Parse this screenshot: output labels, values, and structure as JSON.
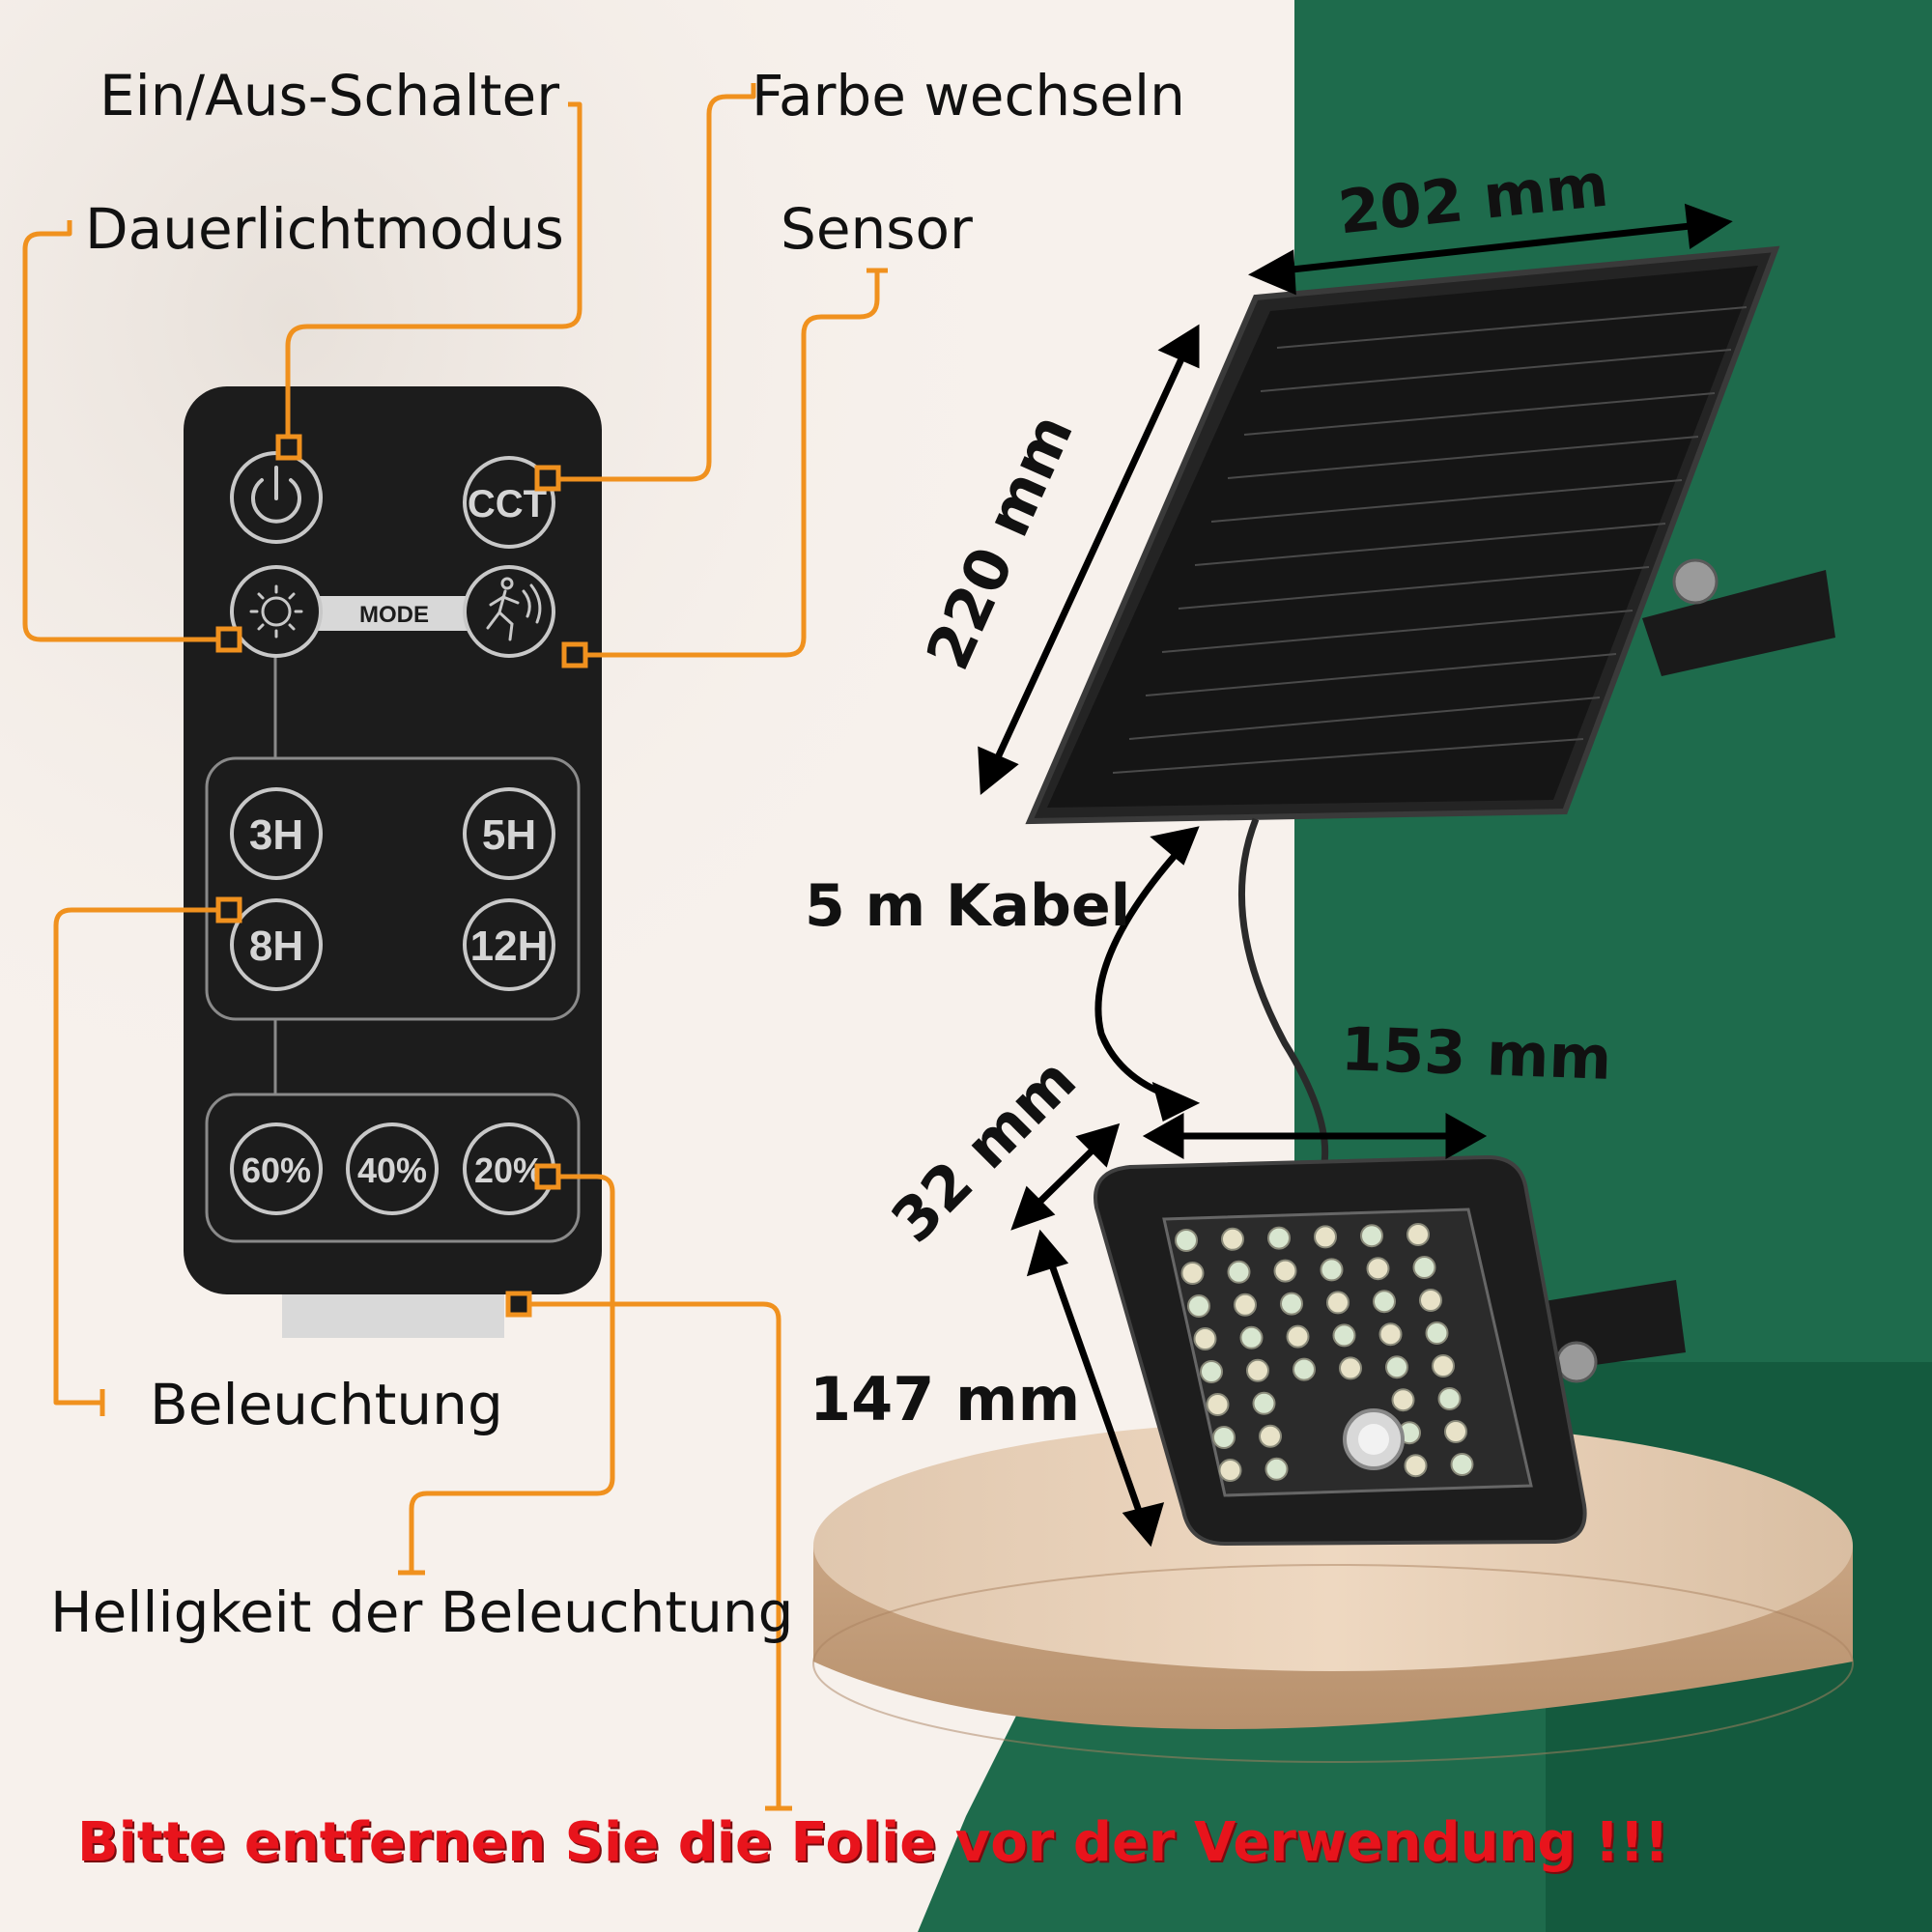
{
  "callouts": {
    "power_switch": "Ein/Aus-Schalter",
    "change_color": "Farbe wechseln",
    "continuous_mode": "Dauerlichtmodus",
    "sensor": "Sensor",
    "illumination": "Beleuchtung",
    "brightness": "Helligkeit der Beleuchtung"
  },
  "remote": {
    "cct_label": "CCT",
    "mode_label": "MODE",
    "timer_buttons": [
      "3H",
      "5H",
      "8H",
      "12H"
    ],
    "brightness_buttons": [
      "60%",
      "40%",
      "20%"
    ]
  },
  "dimensions": {
    "panel_width": "202 mm",
    "panel_height": "220 mm",
    "cable": "5 m Kabel",
    "lamp_width": "153 mm",
    "lamp_depth": "32 mm",
    "lamp_height": "147 mm"
  },
  "warning": "Bitte entfernen Sie die Folie vor der Verwendung !!!",
  "colors": {
    "accent_orange": "#f0911e",
    "green_background": "#1e6b4c",
    "remote_body": "#1c1c1c",
    "warning_red": "#e8141c"
  },
  "icons": [
    "power-icon",
    "sun-icon",
    "motion-sensor-icon"
  ]
}
